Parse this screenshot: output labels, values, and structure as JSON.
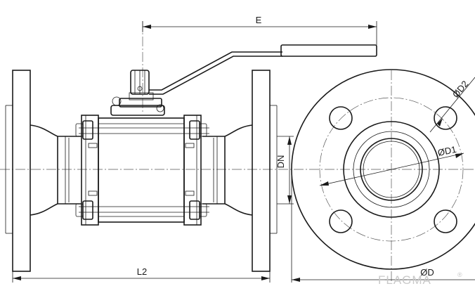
{
  "dimensions": {
    "E": "E",
    "L2": "L2",
    "DN": "DN",
    "D": "ØD",
    "D1": "ØD1",
    "D2": "ØD2"
  },
  "watermark": "FLAGMA",
  "watermark_mark": "®",
  "colors": {
    "line": "#1a1a1a",
    "centerline": "#555555",
    "watermark": "#c9c9c9"
  }
}
